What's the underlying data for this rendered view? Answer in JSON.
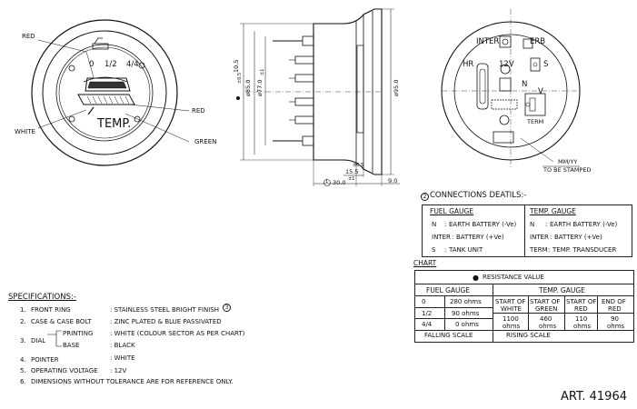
{
  "front_view": {
    "label_red_left": "RED",
    "label_white": "WHITE",
    "label_red_right": "RED",
    "label_green": "GREEN",
    "scale_0": "0",
    "scale_half": "1/2",
    "scale_full": "4/4",
    "temp_label": "TEMP."
  },
  "side_view": {
    "dim_10_5": "10.5",
    "dim_85": "ø85.0",
    "dim_77": "ø77.0",
    "dim_77_tol": "±1",
    "dim_95": "ø95.0",
    "dim_0_5_a": "±0.5",
    "dim_0_5_b": "±0.5",
    "dim_15_5": "15.5",
    "dim_30": "30.0",
    "dim_30_tol": "±1",
    "dim_30_mark": "1",
    "dim_9": "9.0"
  },
  "rear_view": {
    "inter": "INTER",
    "erb": "ERB",
    "hr": "HR",
    "v12": "12V",
    "s": "S",
    "n": "N",
    "v": "V",
    "term": "TERM",
    "mm_yy": "MM/YY",
    "stamped": "TO BE STAMPED"
  },
  "connections": {
    "title": "CONNECTIONS DEATILS:-",
    "title_mark": "2",
    "fuel_header": "FUEL GAUGE",
    "temp_header": "TEMP. GAUGE",
    "fuel_rows": [
      {
        "key": "N",
        "sep": ":",
        "text": "EARTH BATTERY (-Ve)"
      },
      {
        "key": "INTER",
        "sep": ":",
        "text": "BATTERY (+Ve)"
      },
      {
        "key": "S",
        "sep": ":",
        "text": "TANK UNIT"
      }
    ],
    "temp_rows": [
      {
        "key": "N",
        "sep": ":",
        "text": "EARTH BATTERY (-Ve)"
      },
      {
        "key": "INTER",
        "sep": ":",
        "text": "BATTERY (+Ve)"
      },
      {
        "key": "TERM",
        "sep": ":",
        "text": "TEMP. TRANSDUCER"
      }
    ]
  },
  "chart": {
    "label": "CHART",
    "title": "RESISTANCE VALUE",
    "fuel_header": "FUEL GAUGE",
    "temp_header": "TEMP. GAUGE",
    "fuel_rows": [
      {
        "pos": "0",
        "val": "280 ohms"
      },
      {
        "pos": "1/2",
        "val": "90 ohms"
      },
      {
        "pos": "4/4",
        "val": "0 ohms"
      }
    ],
    "temp_cols": [
      {
        "h1": "START OF",
        "h2": "WHITE",
        "v1": "1100",
        "v2": "ohms"
      },
      {
        "h1": "START OF",
        "h2": "GREEN",
        "v1": "460",
        "v2": "ohms"
      },
      {
        "h1": "START OF",
        "h2": "RED",
        "v1": "110",
        "v2": "ohms"
      },
      {
        "h1": "END OF",
        "h2": "RED",
        "v1": "90",
        "v2": "ohms"
      }
    ],
    "falling": "FALLING SCALE",
    "rising": "RISING SCALE"
  },
  "specifications": {
    "title": "SPECIFICATIONS:-",
    "items": [
      {
        "num": "1.",
        "name": "FRONT RING",
        "value": ": STAINLESS STEEL BRIGHT FINISH",
        "mark": "3"
      },
      {
        "num": "2.",
        "name": "CASE & CASE BOLT",
        "value": ": ZINC PLATED & BLUE PASSIVATED"
      },
      {
        "num": "3.",
        "name": "DIAL",
        "sub1": "PRINTING",
        "value1": ": WHITE (COLOUR SECTOR AS PER CHART)",
        "sub2": "BASE",
        "value2": ": BLACK"
      },
      {
        "num": "4.",
        "name": "POINTER",
        "value": ": WHITE"
      },
      {
        "num": "5.",
        "name": "OPERATING VOLTAGE",
        "value": ": 12V"
      },
      {
        "num": "6.",
        "name": "DIMENSIONS WITHOUT TOLERANCE ARE FOR REFERENCE ONLY."
      }
    ]
  },
  "article": "ART. 41964"
}
